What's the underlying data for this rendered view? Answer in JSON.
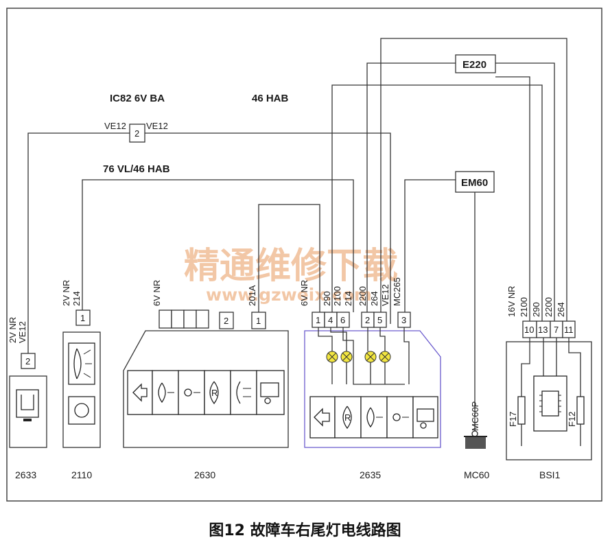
{
  "figure_caption": "图12 故障车右尾灯电线路图",
  "watermark": {
    "main": "精通维修下载",
    "url": "www.gzweix.com",
    "color": "#f2c7a6"
  },
  "colors": {
    "wire": "#333333",
    "module_border": "#6a5acd",
    "bulb": "#f2e640"
  },
  "harness_labels": {
    "ic82": "IC82 6V BA",
    "hab46": "46 HAB",
    "vl76": "76 VL/46 HAB",
    "ve12_left": "VE12",
    "ve12_right": "VE12",
    "splice_pin": "2"
  },
  "blocks": {
    "e220": "E220",
    "em60": "EM60"
  },
  "components": {
    "c2633": {
      "name": "2633",
      "conn": "2V NR",
      "wire": "VE12",
      "pin": "2"
    },
    "c2110": {
      "name": "2110",
      "conn": "2V NR",
      "wire": "214",
      "pin": "1"
    },
    "c2630": {
      "name": "2630",
      "conn": "6V NR",
      "wire": "201A",
      "pins": [
        "2",
        "1"
      ]
    },
    "c2635": {
      "name": "2635",
      "conn": "6V NR",
      "pins": [
        "1",
        "4",
        "6",
        "2",
        "5",
        "3"
      ],
      "wires": [
        "290",
        "2100",
        "214",
        "2200",
        "264",
        "VE12",
        "MC265"
      ]
    },
    "mc60": {
      "name": "MC60",
      "wire": "MC60P"
    },
    "bsi1": {
      "name": "BSI1",
      "conn": "16V NR",
      "pins": [
        "10",
        "13",
        "7",
        "11"
      ],
      "wires": [
        "2100",
        "290",
        "2200",
        "264"
      ],
      "fuse_left": "F17",
      "fuse_right": "F12"
    }
  },
  "icons": [
    "indicator-arrow-icon",
    "sidelamp-icon",
    "stoplamp-icon",
    "reverse-lamp-icon",
    "fog-lamp-icon",
    "trailer-icon",
    "seat-icon",
    "lamp-icon",
    "bulb-icon",
    "ground-icon",
    "chip-icon",
    "fuse-icon"
  ]
}
